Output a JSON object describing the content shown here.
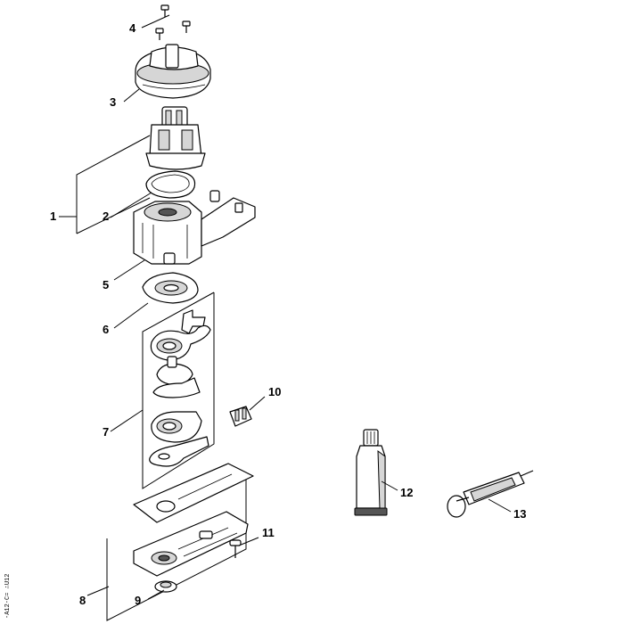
{
  "callouts": [
    {
      "n": "1"
    },
    {
      "n": "2"
    },
    {
      "n": "3"
    },
    {
      "n": "4"
    },
    {
      "n": "5"
    },
    {
      "n": "6"
    },
    {
      "n": "7"
    },
    {
      "n": "8"
    },
    {
      "n": "9"
    },
    {
      "n": "10"
    },
    {
      "n": "11"
    },
    {
      "n": "12"
    },
    {
      "n": "13"
    }
  ],
  "drawing_code": "-A12-C= ∴U12"
}
